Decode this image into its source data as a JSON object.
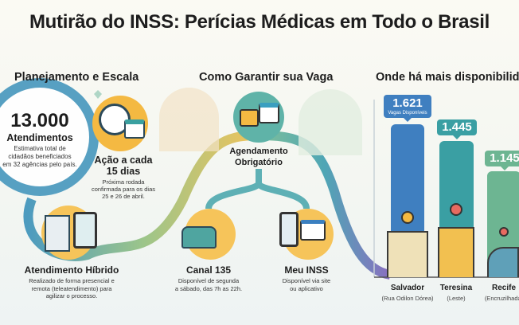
{
  "title": "Mutirão do INSS: Perícias Médicas em Todo o Brasil",
  "sections": {
    "planning": {
      "heading": "Planejamento e Escala",
      "total": {
        "number": "13.000",
        "label": "Atendimentos",
        "desc": [
          "Estimativa total de",
          "cidadãos beneficiados",
          "em 32 agências pelo país."
        ]
      },
      "cycle": {
        "title": [
          "Ação a cada",
          "15 dias"
        ],
        "desc": [
          "Próxima rodada",
          "confirmada para os dias",
          "25 e 26 de abril."
        ]
      },
      "hybrid": {
        "title": "Atendimento Híbrido",
        "desc": [
          "Realizado de forma presencial e",
          "remota (teleatendimento) para",
          "agilizar o processo."
        ]
      }
    },
    "booking": {
      "heading": "Como Garantir sua Vaga",
      "main": {
        "title": [
          "Agendamento",
          "Obrigatório"
        ]
      },
      "phone": {
        "title": "Canal 135",
        "desc": [
          "Disponível de segunda",
          "a sábado, das 7h as 22h."
        ]
      },
      "app": {
        "title": "Meu INSS",
        "desc": [
          "Disponível via site",
          "ou aplicativo"
        ]
      }
    },
    "availability": {
      "heading": "Onde há mais disponibilidade",
      "unit": "Vagas Disponíveis",
      "cities": [
        {
          "name": "Salvador",
          "area": "(Rua Odilon Dórea)",
          "value": "1.621",
          "color": "#3f7fc0"
        },
        {
          "name": "Teresina",
          "area": "(Leste)",
          "value": "1.445",
          "color": "#3a9fa3"
        },
        {
          "name": "Recife",
          "area": "(Encruzilhada)",
          "value": "1.145",
          "color": "#6db592"
        }
      ]
    }
  }
}
